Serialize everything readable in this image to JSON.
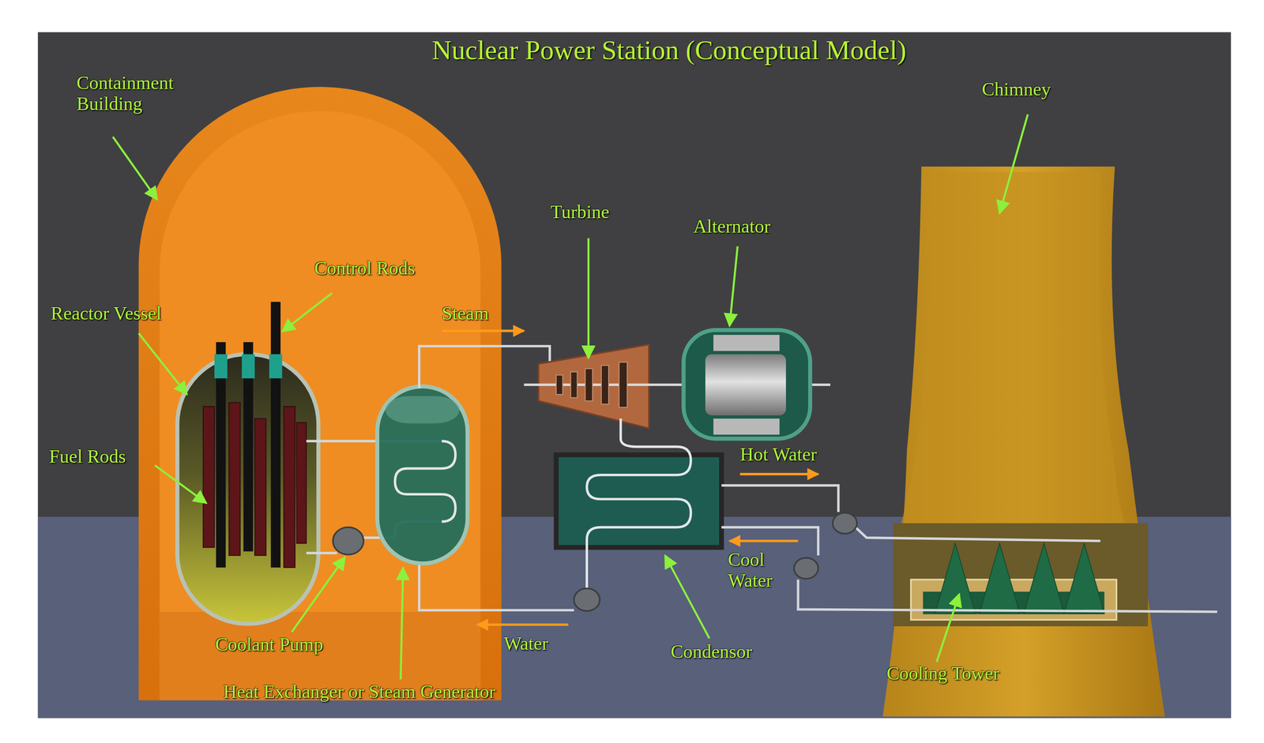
{
  "diagram": {
    "title": "Nuclear Power Station (Conceptual Model)",
    "labels": [
      "Containment Building",
      "Chimney",
      "Turbine",
      "Alternator",
      "Control Rods",
      "Reactor Vessel",
      "Steam",
      "Fuel Rods",
      "Hot Water",
      "Cool Water",
      "Coolant Pump",
      "Water",
      "Condensor",
      "Cooling Tower",
      "Heat Exchanger or Steam Generator"
    ]
  }
}
